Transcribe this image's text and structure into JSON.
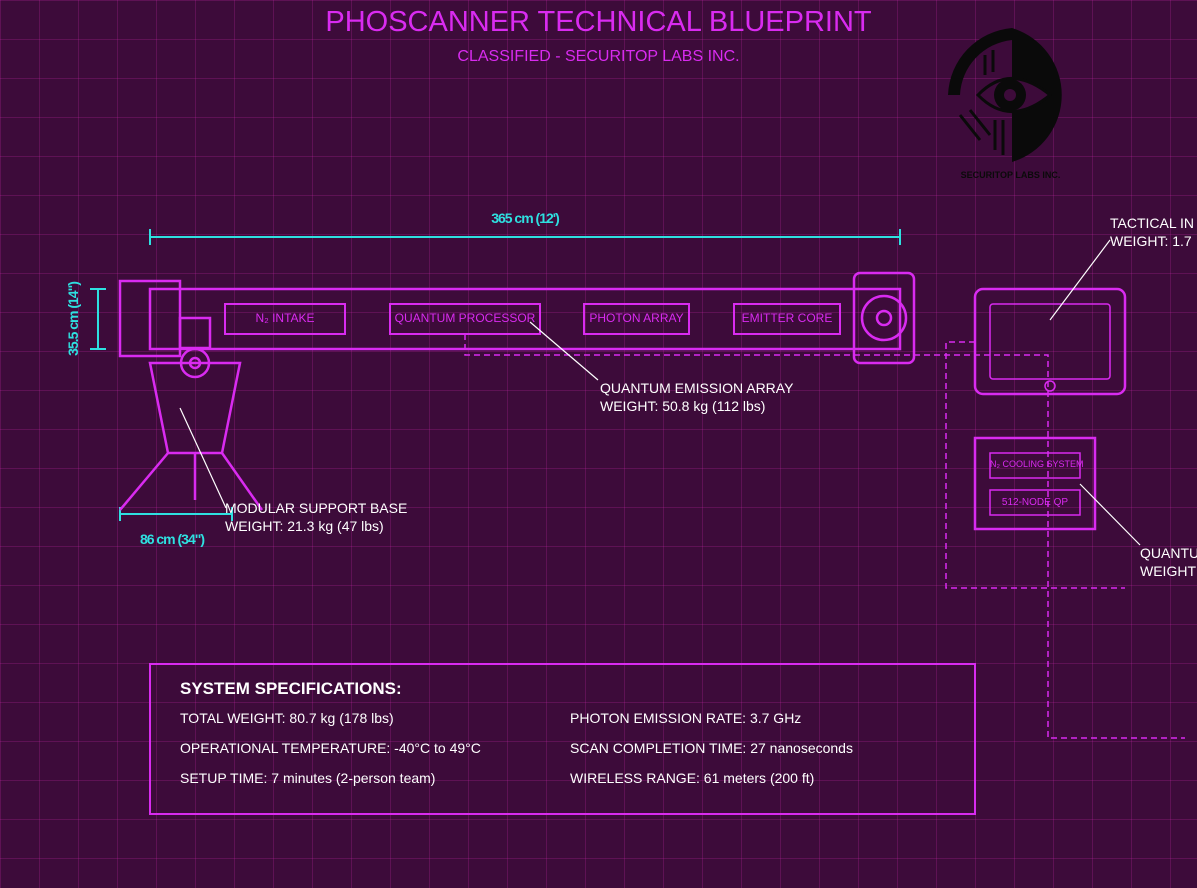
{
  "header": {
    "title": "PHOSCANNER TECHNICAL BLUEPRINT",
    "subtitle": "CLASSIFIED - SECURITOP LABS INC."
  },
  "logo": {
    "text": "SECURITOP LABS INC."
  },
  "dimensions": {
    "length": "365 cm (12')",
    "height": "35.5 cm (14\")",
    "base_width": "86 cm (34\")"
  },
  "components": {
    "n2_intake": "N₂ INTAKE",
    "quantum_processor": "QUANTUM PROCESSOR",
    "photon_array": "PHOTON ARRAY",
    "emitter_core": "EMITTER CORE",
    "cooling_system": "N₂ COOLING SYSTEM",
    "qp_node": "512-NODE QP"
  },
  "callouts": {
    "emission_array": {
      "name": "QUANTUM EMISSION ARRAY",
      "weight": "WEIGHT: 50.8 kg (112 lbs)"
    },
    "support_base": {
      "name": "MODULAR SUPPORT BASE",
      "weight": "WEIGHT: 21.3 kg (47 lbs)"
    },
    "tactical": {
      "name": "TACTICAL IN",
      "weight": "WEIGHT: 1.7"
    },
    "quantum": {
      "name": "QUANTU",
      "weight": "WEIGHT"
    }
  },
  "specs": {
    "title": "SYSTEM SPECIFICATIONS:",
    "left": [
      "TOTAL WEIGHT: 80.7 kg (178 lbs)",
      "OPERATIONAL TEMPERATURE: -40°C to 49°C",
      "SETUP TIME: 7 minutes (2-person team)"
    ],
    "right": [
      "PHOTON EMISSION RATE: 3.7 GHz",
      "SCAN COMPLETION TIME: 27 nanoseconds",
      "WIRELESS RANGE: 61 meters (200 ft)"
    ]
  },
  "colors": {
    "background": "#3d0b3a",
    "accent": "#d92bf0",
    "dimension": "#2ee0e0",
    "text": "#ffffff"
  }
}
